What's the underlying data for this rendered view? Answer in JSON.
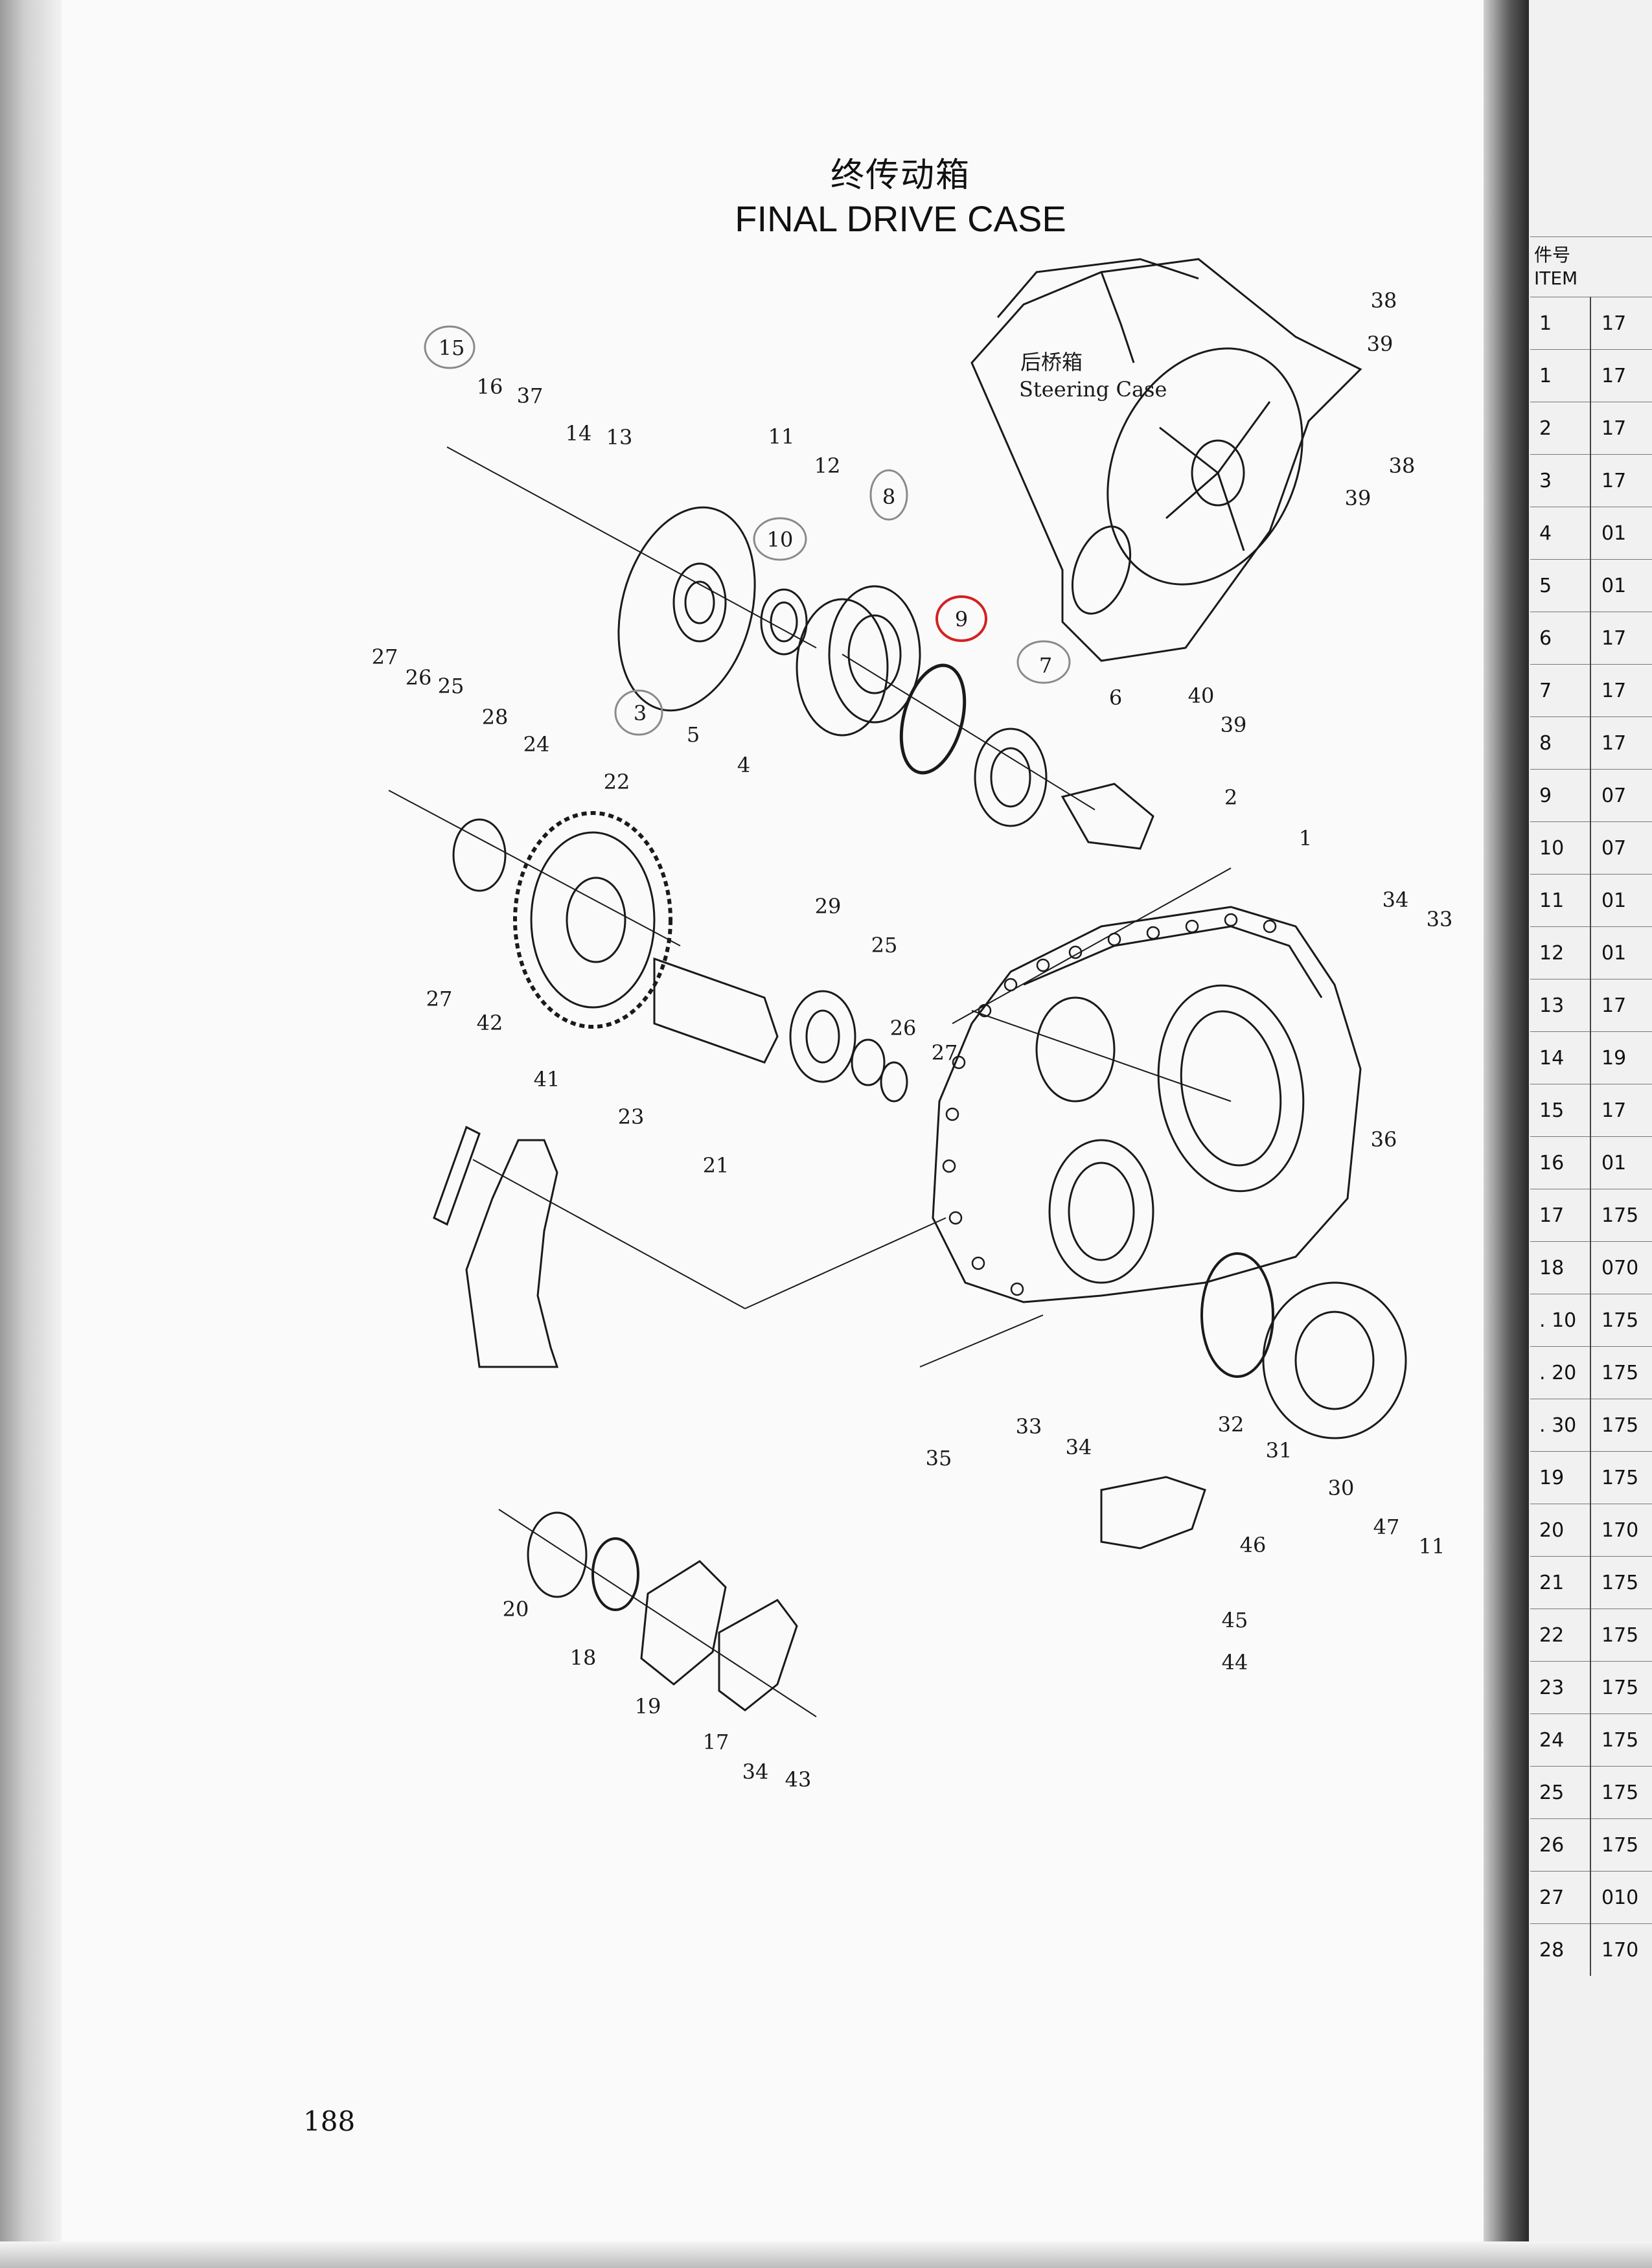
{
  "title_cn": "终传动箱",
  "title_en": "FINAL DRIVE CASE",
  "case_label_cn": "后桥箱",
  "case_label_en": "Steering Case",
  "page_number": "188",
  "callouts": [
    "1",
    "2",
    "3",
    "4",
    "5",
    "6",
    "7",
    "8",
    "9",
    "10",
    "11",
    "11",
    "12",
    "13",
    "14",
    "15",
    "16",
    "17",
    "18",
    "19",
    "20",
    "21",
    "22",
    "23",
    "24",
    "25",
    "25",
    "26",
    "26",
    "27",
    "27",
    "27",
    "28",
    "29",
    "30",
    "31",
    "32",
    "33",
    "33",
    "34",
    "34",
    "34",
    "35",
    "36",
    "37",
    "38",
    "38",
    "39",
    "39",
    "39",
    "40",
    "41",
    "42",
    "43",
    "44",
    "45",
    "46",
    "47"
  ],
  "parts_table": {
    "header_cn": "件号",
    "header_en": "ITEM",
    "rows": [
      {
        "item": "1",
        "code": "17"
      },
      {
        "item": "1",
        "code": "17"
      },
      {
        "item": "2",
        "code": "17"
      },
      {
        "item": "3",
        "code": "17"
      },
      {
        "item": "4",
        "code": "01"
      },
      {
        "item": "5",
        "code": "01"
      },
      {
        "item": "6",
        "code": "17"
      },
      {
        "item": "7",
        "code": "17"
      },
      {
        "item": "8",
        "code": "17"
      },
      {
        "item": "9",
        "code": "07"
      },
      {
        "item": "10",
        "code": "07"
      },
      {
        "item": "11",
        "code": "01"
      },
      {
        "item": "12",
        "code": "01"
      },
      {
        "item": "13",
        "code": "17"
      },
      {
        "item": "14",
        "code": "19"
      },
      {
        "item": "15",
        "code": "17"
      },
      {
        "item": "16",
        "code": "01"
      },
      {
        "item": "17",
        "code": "175"
      },
      {
        "item": "18",
        "code": "070"
      },
      {
        "item": ". 10",
        "code": "175"
      },
      {
        "item": ". 20",
        "code": "175"
      },
      {
        "item": ". 30",
        "code": "175"
      },
      {
        "item": "19",
        "code": "175"
      },
      {
        "item": "20",
        "code": "170"
      },
      {
        "item": "21",
        "code": "175"
      },
      {
        "item": "22",
        "code": "175"
      },
      {
        "item": "23",
        "code": "175"
      },
      {
        "item": "24",
        "code": "175"
      },
      {
        "item": "25",
        "code": "175"
      },
      {
        "item": "26",
        "code": "175"
      },
      {
        "item": "27",
        "code": "010"
      },
      {
        "item": "28",
        "code": "170"
      }
    ]
  },
  "colors": {
    "ink": "#1a1a1a",
    "paper": "#fafafa",
    "red_mark": "#d42020",
    "pencil_mark": "#8a8a8a"
  }
}
